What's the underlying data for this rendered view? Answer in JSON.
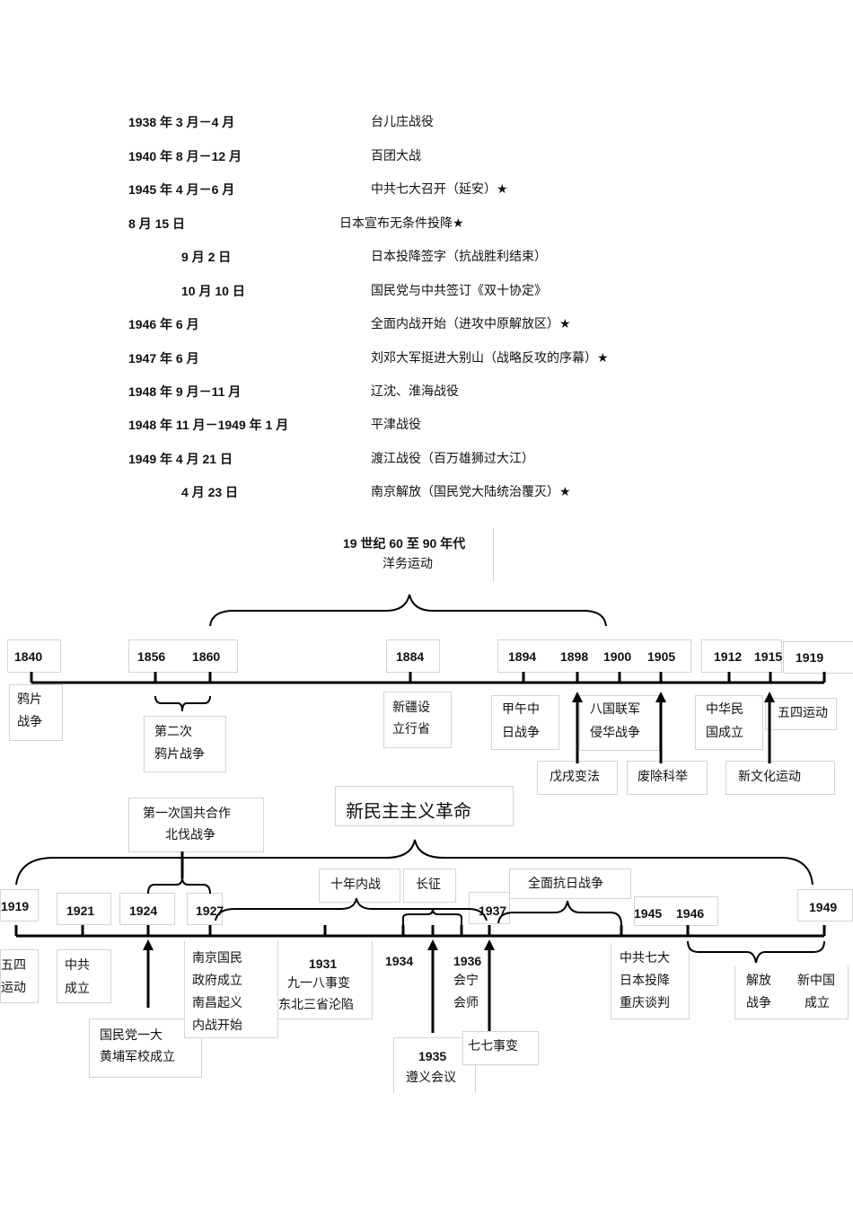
{
  "events": [
    {
      "date": "1938 年 3 月－4 月",
      "event": "台儿庄战役"
    },
    {
      "date": "1940 年 8 月－12 月",
      "event": "百团大战"
    },
    {
      "date": "1945 年 4 月－6 月",
      "event": "中共七大召开（延安）★"
    },
    {
      "date": "8 月 15 日",
      "event": "日本宣布无条件投降★"
    },
    {
      "date": "9 月 2 日",
      "event": "日本投降签字（抗战胜利结束）"
    },
    {
      "date": "10 月 10 日",
      "event": "国民党与中共签订《双十协定》"
    },
    {
      "date": "1946 年 6 月",
      "event": "全面内战开始（进攻中原解放区）★"
    },
    {
      "date": "1947 年 6 月",
      "event": "刘邓大军挺进大别山（战略反攻的序幕）★"
    },
    {
      "date": "1948 年 9 月－11 月",
      "event": "辽沈、淮海战役"
    },
    {
      "date": "1948 年 11 月－1949 年 1 月",
      "event": "平津战役"
    },
    {
      "date": "1949 年 4 月 21 日",
      "event": "渡江战役（百万雄狮过大江）"
    },
    {
      "date": "4 月 23 日",
      "event": "南京解放（国民党大陆统治覆灭）★"
    }
  ],
  "timeline1": {
    "top_line1": "19 世纪 60 至 90 年代",
    "top_line2": "洋务运动",
    "years": [
      "1840",
      "1856",
      "1860",
      "1884",
      "1894",
      "1898",
      "1900",
      "1905",
      "1912",
      "1915",
      "1919"
    ],
    "labels": {
      "opium1a": "鸦片",
      "opium1b": "战争",
      "opium2a": "第二次",
      "opium2b": "鸦片战争",
      "xj_a": "新疆设",
      "xj_b": "立行省",
      "jw_a": "甲午中",
      "jw_b": "日战争",
      "bg_a": "八国联军",
      "bg_b": "侵华战争",
      "zh_a": "中华民",
      "zh_b": "国成立",
      "ws": "五四运动",
      "wx": "戊戌变法",
      "fc": "废除科举",
      "xwh": "新文化运动"
    }
  },
  "timeline2": {
    "title": "新民主主义革命",
    "gc_a": "第一次国共合作",
    "gc_b": "北伐战争",
    "years": [
      "1919",
      "1921",
      "1924",
      "1927",
      "1937",
      "1945",
      "1946",
      "1949",
      "1931",
      "1934",
      "1935",
      "1936"
    ],
    "labels": {
      "sn": "十年内战",
      "cz": "长征",
      "kr": "全面抗日战争",
      "ws_a": "五四",
      "ws_b": "运动",
      "zg_a": "中共",
      "zg_b": "成立",
      "gmd_a": "国民党一大",
      "gmd_b": "黄埔军校成立",
      "nj1": "南京国民",
      "nj2": "政府成立",
      "nj3": "南昌起义",
      "nj4": "内战开始",
      "jyb_a": "九一八事变",
      "jyb_b": "东北三省沦陷",
      "zy": "遵义会议",
      "hn_a": "会宁",
      "hn_b": "会师",
      "qq": "七七事变",
      "qd1": "中共七大",
      "qd2": "日本投降",
      "qd3": "重庆谈判",
      "jf_a": "解放",
      "jf_b": "战争",
      "xzg_a": "新中国",
      "xzg_b": "成立"
    }
  }
}
